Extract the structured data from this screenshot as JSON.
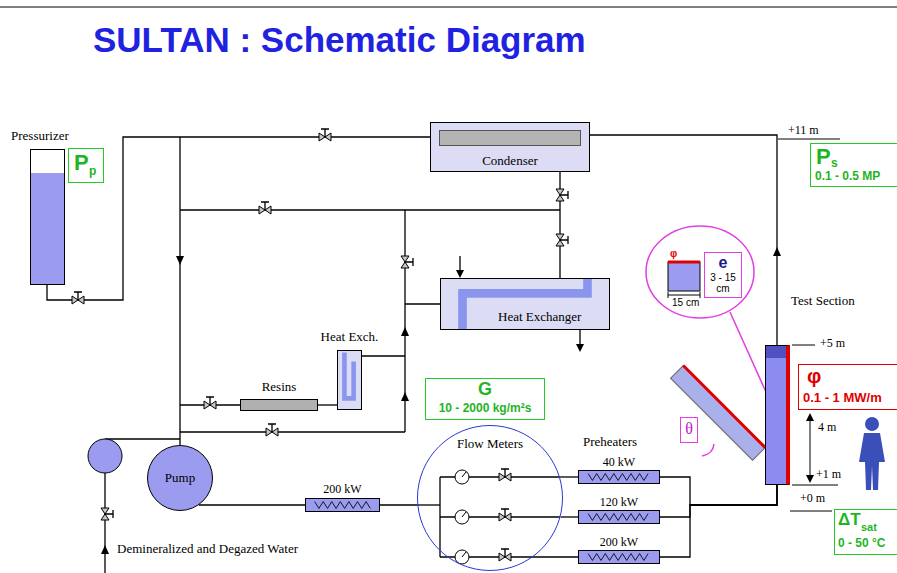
{
  "diagram": {
    "title": "SULTAN : Schematic Diagram",
    "nodes": [
      {
        "text": [
          "Pressurizer"
        ]
      },
      {
        "text": [
          "P",
          "p"
        ]
      },
      {
        "text": [
          "Condenser"
        ]
      },
      {
        "text": [
          "P",
          "s",
          "0.1 - 0.5 MP"
        ]
      },
      {
        "text": [
          "φ",
          "15 cm"
        ]
      },
      {
        "text": [
          "e",
          "3 - 15 cm"
        ],
        "in": 4
      },
      {
        "text": [
          "Test Section"
        ]
      },
      {
        "text": [
          "Heat Exchanger"
        ]
      },
      {
        "text": [
          "Heat Exch."
        ]
      },
      {
        "text": [
          "φ",
          "0.1 - 1 MW/m"
        ]
      },
      {
        "text": [
          "Resins"
        ]
      },
      {
        "text": [
          "G",
          "10 - 2000 kg/m²s"
        ]
      },
      {
        "text": [
          "Flow Meters"
        ]
      },
      {
        "text": [
          "40 kW"
        ]
      },
      {
        "text": [
          "120 kW"
        ]
      },
      {
        "text": [
          "200 kW"
        ]
      },
      {
        "text": [
          "θ"
        ]
      },
      {
        "text": [
          "Pump"
        ]
      },
      {
        "text": [
          "200 kW"
        ]
      },
      {
        "text": [
          "ΔT",
          "sat",
          "0 - 50 °C"
        ]
      }
    ],
    "edges": [
      {
        "from": 0,
        "to": 2,
        "arrow": "none"
      },
      {
        "from": 6,
        "to": 2,
        "arrow": "none"
      },
      {
        "from": 2,
        "to": 7,
        "arrow": "none"
      },
      {
        "from": 17,
        "to": 18,
        "arrow": "none"
      },
      {
        "from": 18,
        "to": 12,
        "arrow": "none"
      },
      {
        "from": 12,
        "to": 13,
        "arrow": "none"
      },
      {
        "from": 12,
        "to": 14,
        "arrow": "none"
      },
      {
        "from": 12,
        "to": 15,
        "arrow": "none"
      },
      {
        "from": 13,
        "to": 6,
        "arrow": "none"
      },
      {
        "from": 14,
        "to": 6,
        "arrow": "none"
      },
      {
        "from": 15,
        "to": 6,
        "arrow": "none"
      },
      {
        "from": 10,
        "to": 8,
        "arrow": "none"
      }
    ],
    "labels": [
      "+11 m",
      "+5 m",
      "4 m",
      "+1 m",
      "+0 m",
      "Preheaters",
      "Demineralized and Degazed Water"
    ]
  }
}
